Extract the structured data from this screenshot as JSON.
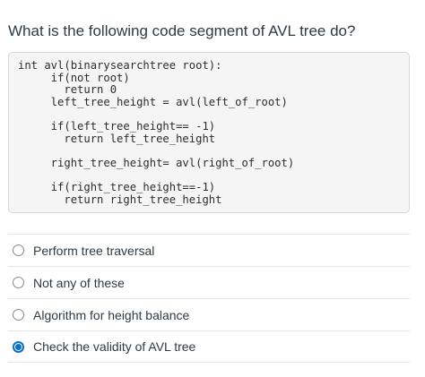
{
  "question": {
    "text": "What is the following code segment of AVL tree do?"
  },
  "code": {
    "lines": [
      "int avl(binarysearchtree root):",
      "     if(not root)",
      "       return 0",
      "     left_tree_height = avl(left_of_root)",
      "",
      "     if(left_tree_height== -1)",
      "       return left_tree_height",
      "",
      "     right_tree_height= avl(right_of_root)",
      "",
      "     if(right_tree_height==-1)",
      "       return right_tree_height"
    ]
  },
  "options": [
    {
      "label": "Perform tree traversal",
      "selected": false
    },
    {
      "label": "Not any of these",
      "selected": false
    },
    {
      "label": "Algorithm for height balance",
      "selected": false
    },
    {
      "label": "Check the validity of AVL tree",
      "selected": true
    }
  ],
  "colors": {
    "accent": "#0770c7",
    "text": "#2d3b45",
    "code_background": "#f5f5f5"
  }
}
